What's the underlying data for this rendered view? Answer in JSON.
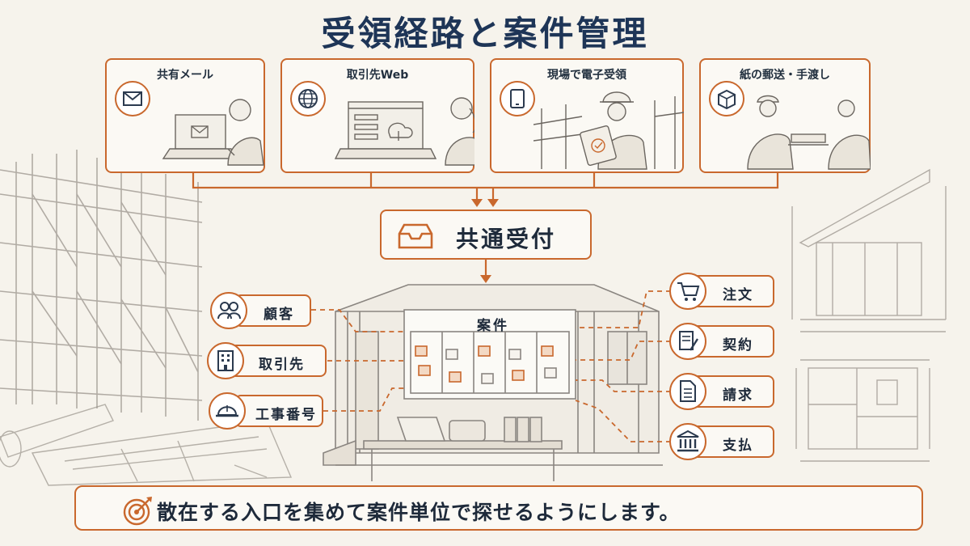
{
  "title": "受領経路と案件管理",
  "sources": [
    {
      "label": "共有メール",
      "icon": "mail-icon"
    },
    {
      "label": "取引先Web",
      "icon": "globe-icon"
    },
    {
      "label": "現場で電子受領",
      "icon": "tablet-icon"
    },
    {
      "label": "紙の郵送・手渡し",
      "icon": "package-icon"
    }
  ],
  "hub": {
    "label": "共通受付",
    "icon": "inbox-icon"
  },
  "board": {
    "label": "案件"
  },
  "left_tags": [
    {
      "label": "顧客",
      "icon": "users-icon"
    },
    {
      "label": "取引先",
      "icon": "building-icon"
    },
    {
      "label": "工事番号",
      "icon": "hardhat-icon"
    }
  ],
  "right_tags": [
    {
      "label": "注文",
      "icon": "cart-icon"
    },
    {
      "label": "契約",
      "icon": "contract-icon"
    },
    {
      "label": "請求",
      "icon": "invoice-icon"
    },
    {
      "label": "支払",
      "icon": "bank-icon"
    }
  ],
  "banner": {
    "text": "散在する入口を集めて案件単位で探せるようにします。",
    "icon": "target-icon"
  },
  "colors": {
    "accent": "#c9682d",
    "navy": "#1e3557",
    "background": "#f6f3ec",
    "sketch": "#8a8580"
  }
}
